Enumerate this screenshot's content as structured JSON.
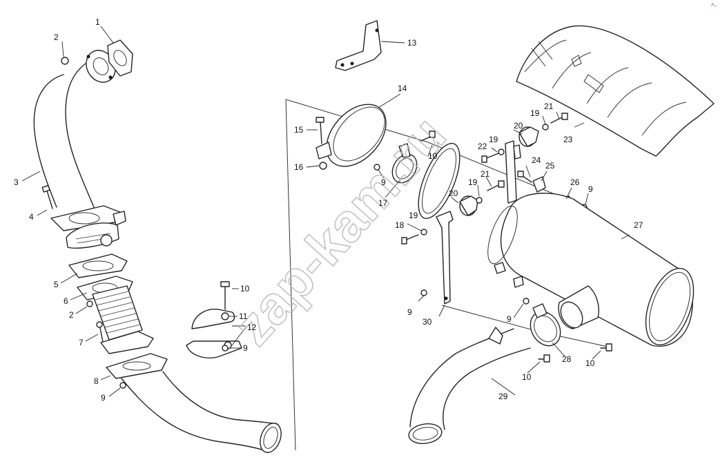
{
  "watermark": "zap-kam.ru",
  "corner_mark": "^-",
  "callouts": [
    {
      "id": "c1",
      "text": "1"
    },
    {
      "id": "c2a",
      "text": "2"
    },
    {
      "id": "c3",
      "text": "3"
    },
    {
      "id": "c4",
      "text": "4"
    },
    {
      "id": "c5",
      "text": "5"
    },
    {
      "id": "c6",
      "text": "6"
    },
    {
      "id": "c2b",
      "text": "2"
    },
    {
      "id": "c7",
      "text": "7"
    },
    {
      "id": "c8",
      "text": "8"
    },
    {
      "id": "c9a",
      "text": "9"
    },
    {
      "id": "c10a",
      "text": "10"
    },
    {
      "id": "c11",
      "text": "11"
    },
    {
      "id": "c12",
      "text": "12"
    },
    {
      "id": "c9b",
      "text": "9"
    },
    {
      "id": "c13",
      "text": "13"
    },
    {
      "id": "c14",
      "text": "14"
    },
    {
      "id": "c15",
      "text": "15"
    },
    {
      "id": "c16",
      "text": "16"
    },
    {
      "id": "c9c",
      "text": "9"
    },
    {
      "id": "c17",
      "text": "17"
    },
    {
      "id": "c10b",
      "text": "10"
    },
    {
      "id": "c18",
      "text": "18"
    },
    {
      "id": "c19a",
      "text": "19"
    },
    {
      "id": "c20a",
      "text": "20"
    },
    {
      "id": "c22",
      "text": "22"
    },
    {
      "id": "c19b",
      "text": "19"
    },
    {
      "id": "c20b",
      "text": "20"
    },
    {
      "id": "c19c",
      "text": "19"
    },
    {
      "id": "c21a",
      "text": "21"
    },
    {
      "id": "c19d",
      "text": "19"
    },
    {
      "id": "c21b",
      "text": "21"
    },
    {
      "id": "c23",
      "text": "23"
    },
    {
      "id": "c24",
      "text": "24"
    },
    {
      "id": "c25",
      "text": "25"
    },
    {
      "id": "c26",
      "text": "26"
    },
    {
      "id": "c9d",
      "text": "9"
    },
    {
      "id": "c27",
      "text": "27"
    },
    {
      "id": "c9e",
      "text": "9"
    },
    {
      "id": "c30",
      "text": "30"
    },
    {
      "id": "c9f",
      "text": "9"
    },
    {
      "id": "c28",
      "text": "28"
    },
    {
      "id": "c10c",
      "text": "10"
    },
    {
      "id": "c10d",
      "text": "10"
    },
    {
      "id": "c29",
      "text": "29"
    }
  ]
}
